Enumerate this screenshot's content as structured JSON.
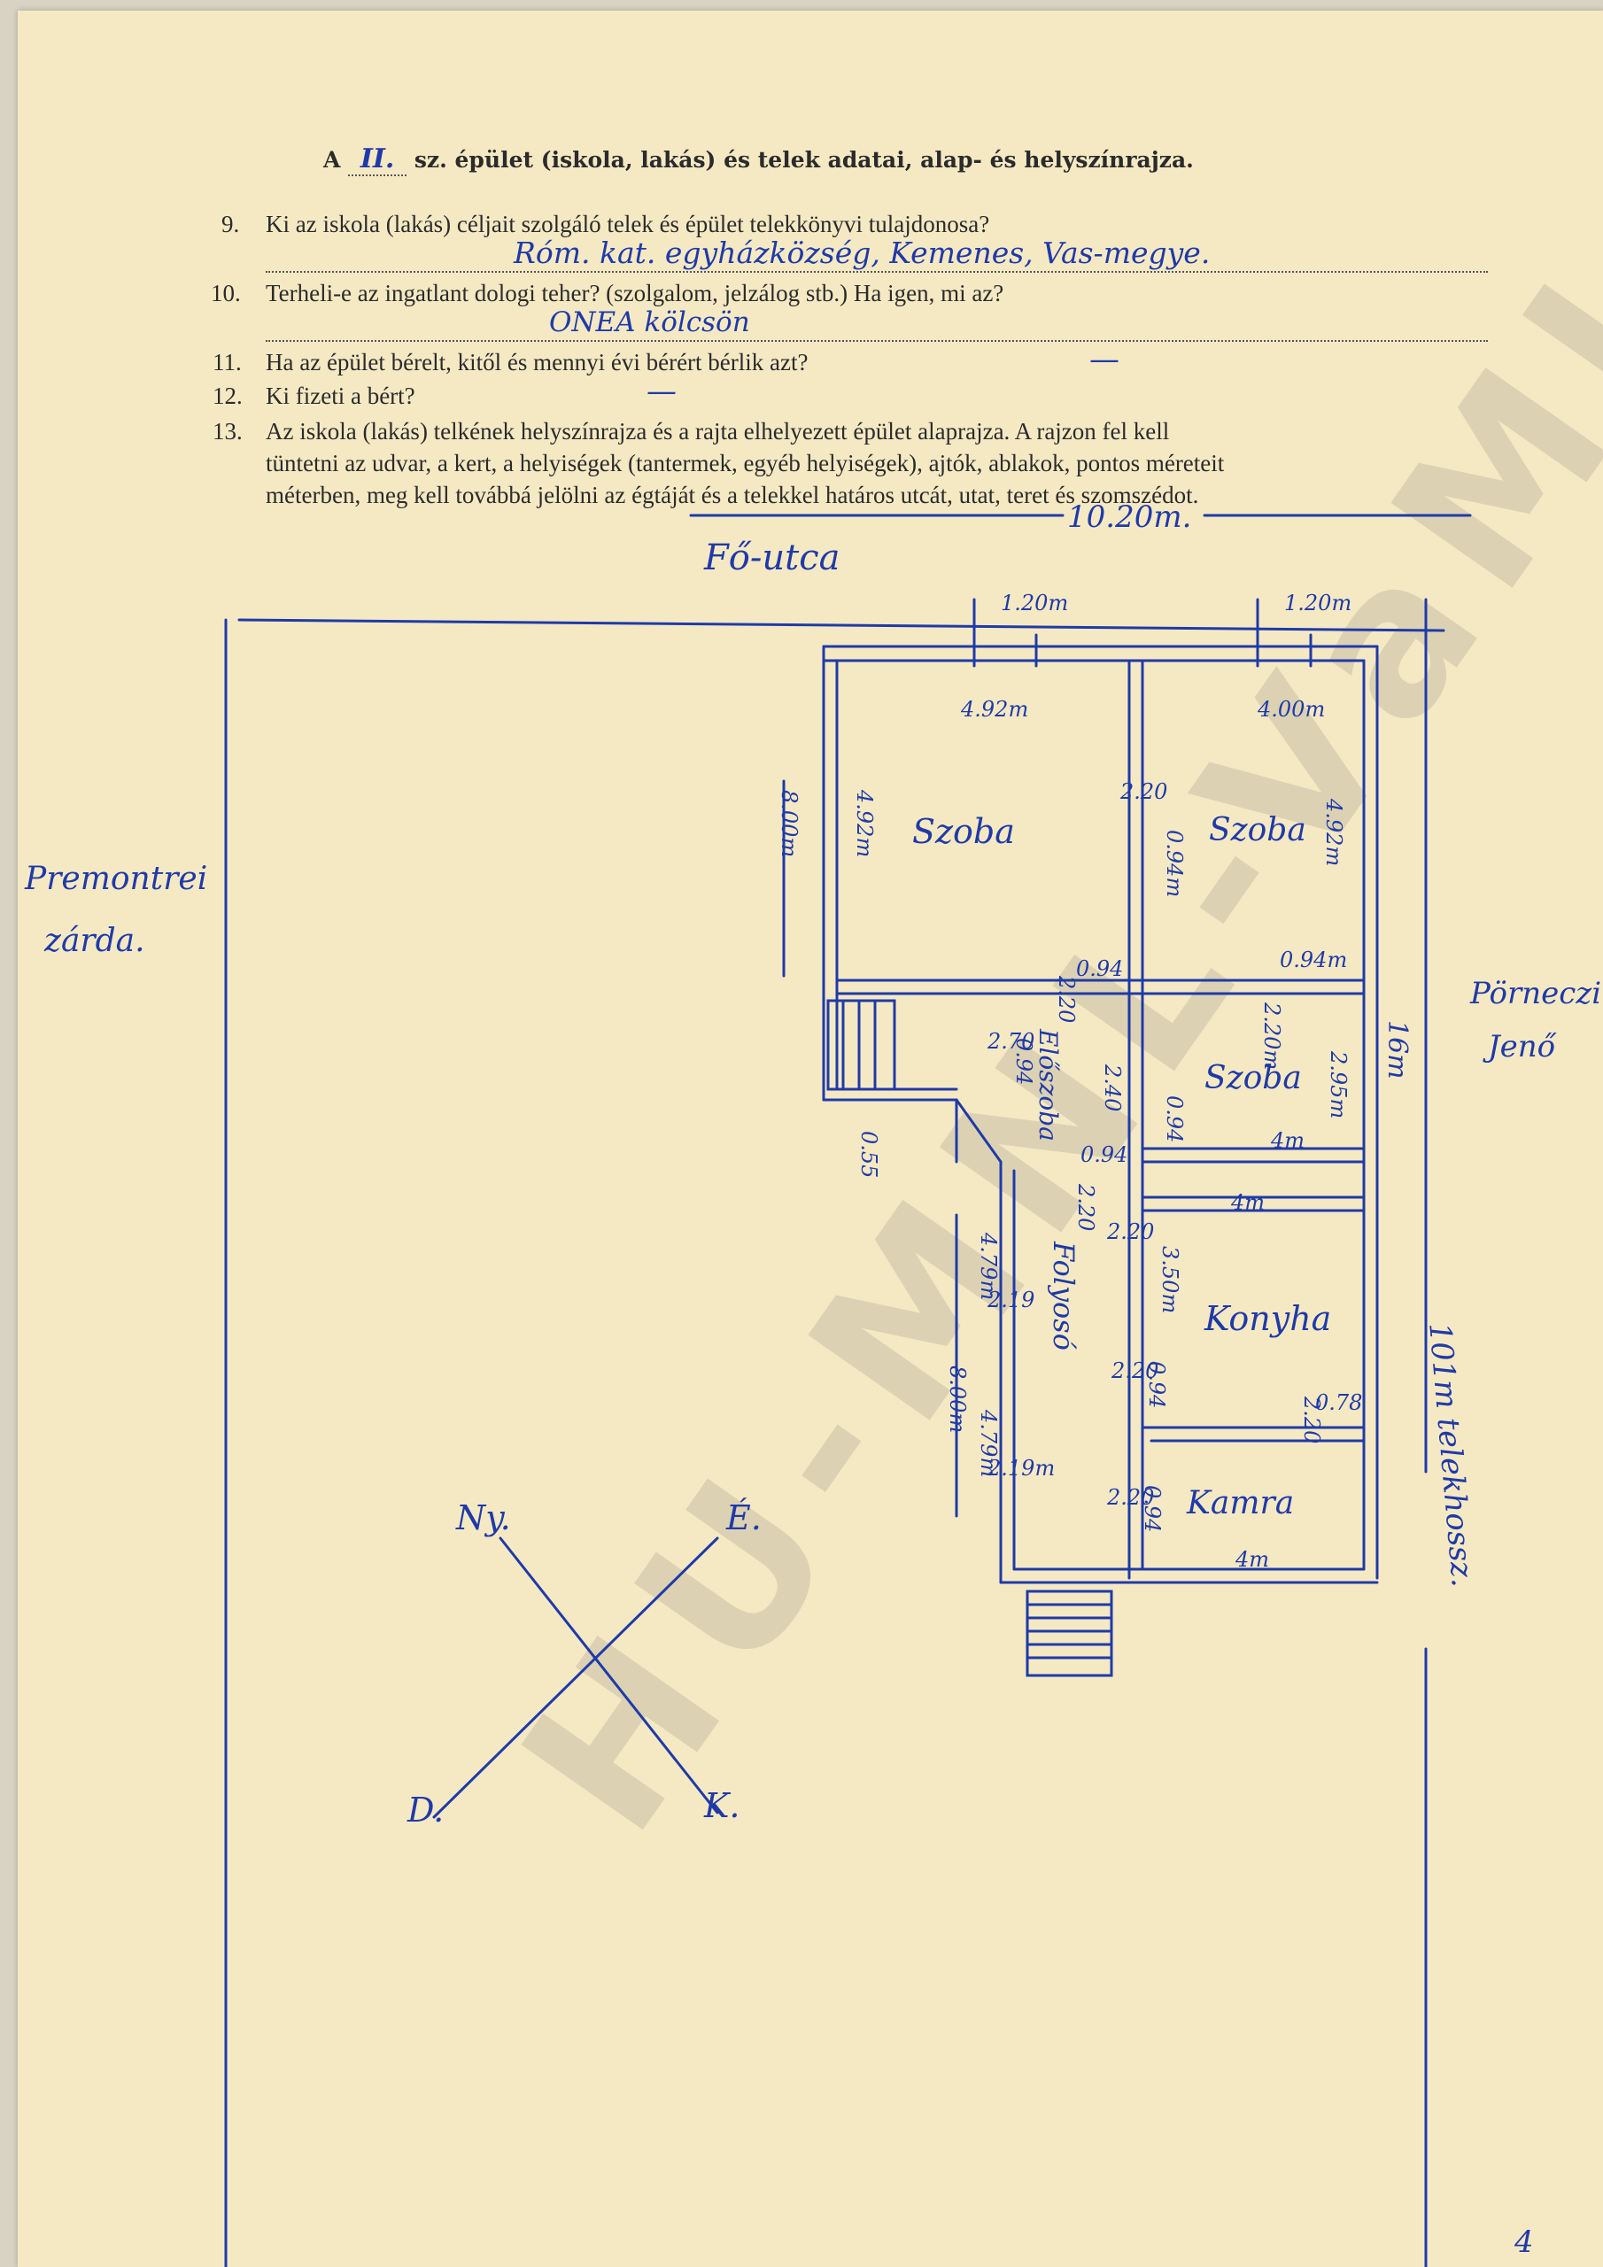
{
  "header": {
    "prefix": "A",
    "number": "II.",
    "title": "sz. épület (iskola, lakás) és telek adatai, alap- és helyszínrajza."
  },
  "questions": [
    {
      "num": "9.",
      "text": "Ki az iskola (lakás) céljait szolgáló telek és épület telekkönyvi tulajdonosa?",
      "answer": "Róm. kat. egyházközség, Kemenes, Vas-megye."
    },
    {
      "num": "10.",
      "text": "Terheli-e az ingatlant dologi teher? (szolgalom, jelzálog stb.) Ha igen, mi az?",
      "answer": "ONEA kölcsön"
    },
    {
      "num": "11.",
      "text": "Ha az épület bérelt, kitől és mennyi évi bérért bérlik azt?",
      "answer": "—"
    },
    {
      "num": "12.",
      "text": "Ki fizeti a bért?",
      "answer": "—"
    },
    {
      "num": "13.",
      "text_lines": [
        "Az iskola (lakás) telkének helyszínrajza és a rajta elhelyezett épület alaprajza. A rajzon fel kell",
        "tüntetni az udvar, a kert, a helyiségek (tantermek, egyéb helyiségek), ajtók, ablakok, pontos méreteit",
        "méterben, meg kell továbbá jelölni az égtáját és a telekkel határos utcát, utat, teret és szomszédot."
      ]
    }
  ],
  "plan": {
    "street": "Fő-utca",
    "width_total": "10.20m.",
    "left_neighbor": [
      "Premontrei",
      "zárda."
    ],
    "right_neighbor": [
      "Pörneczi",
      "Jenő"
    ],
    "plot_length": "101m telekhossz.",
    "depth_16": "16m",
    "rooms": [
      "Szoba",
      "Szoba",
      "Szoba",
      "Konyha",
      "Kamra",
      "Előszoba",
      "Folyosó"
    ],
    "dims": {
      "win1": "1.20m",
      "win2": "1.20m",
      "w1": "4.92m",
      "w2": "4.00m",
      "h1": "4.92m",
      "h2": "4.92m",
      "left_depth": "8.00m",
      "left_depth2": "8.00m",
      "d220a": "2.20",
      "d094a": "0.94m",
      "d094b": "0.94",
      "d220b": "2.20",
      "d094c": "0.94m",
      "d220c": "2.20m",
      "d270": "2.70",
      "d094d": "0.94",
      "d295": "2.95m",
      "d4a": "4m",
      "d240": "2.40",
      "d094e": "0.94",
      "d094f": "0.94",
      "d055": "0.55",
      "d4b": "4m",
      "d220d": "2.20",
      "d350": "3.50m",
      "d479a": "4.79m",
      "d219a": "2.19",
      "d219b": "2.19m",
      "d479b": "4.79m",
      "d220e": "2.20",
      "d078": "0.78",
      "d220f": "2.20",
      "d094g": "0.94",
      "d4c": "4m",
      "d220g": "2.20",
      "d094h": "0.94",
      "d220h": "2.20"
    },
    "compass": {
      "nw": "Ny.",
      "ne": "É.",
      "sw": "D.",
      "se": "K."
    }
  },
  "page_number": "4",
  "watermark": "HU-MNL-VaML",
  "colors": {
    "paper": "#f5e9c4",
    "ink": "#1f3aa8",
    "print": "#2b2b2b"
  }
}
